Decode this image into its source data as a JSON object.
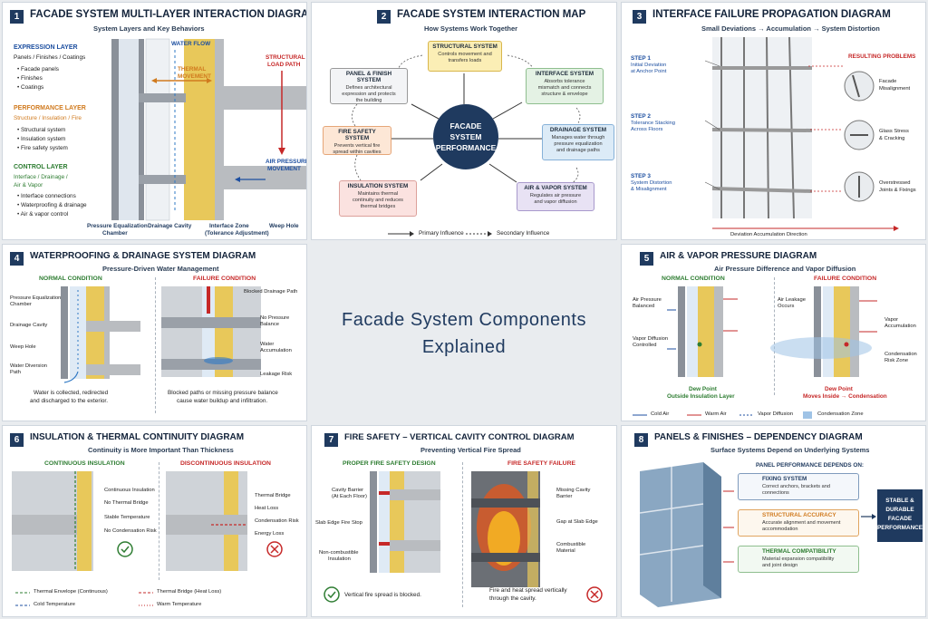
{
  "center_title": {
    "line1": "Facade System Components",
    "line2": "Explained"
  },
  "p1": {
    "num": "1",
    "title": "FACADE SYSTEM MULTI-LAYER INTERACTION DIAGRAM",
    "subtitle": "System Layers and Key Behaviors",
    "expression": {
      "title": "EXPRESSION LAYER",
      "sub": "Panels / Finishes / Coatings",
      "items": [
        "• Facade panels",
        "• Finishes",
        "• Coatings"
      ]
    },
    "performance": {
      "title": "PERFORMANCE LAYER",
      "sub": "Structure / Insulation / Fire",
      "items": [
        "• Structural system",
        "• Insulation system",
        "• Fire safety system"
      ]
    },
    "control": {
      "title": "CONTROL LAYER",
      "sub1": "Interface / Drainage /",
      "sub2": "Air & Vapor",
      "items": [
        "• Interface connections",
        "• Waterproofing & drainage",
        "• Air & vapor control"
      ]
    },
    "water_flow": "WATER FLOW",
    "thermal1": "THERMAL",
    "thermal2": "MOVEMENT",
    "structural1": "STRUCTURAL",
    "structural2": "LOAD PATH",
    "air1": "AIR PRESSURE",
    "air2": "MOVEMENT",
    "bottom": {
      "peq1": "Pressure Equalization",
      "peq2": "Chamber",
      "drain": "Drainage Cavity",
      "iz1": "Interface Zone",
      "iz2": "(Tolerance Adjustment)",
      "weep": "Weep Hole"
    }
  },
  "p2": {
    "num": "2",
    "title": "FACADE SYSTEM INTERACTION MAP",
    "subtitle": "How Systems Work Together",
    "center1": "FACADE",
    "center2": "SYSTEM",
    "center3": "PERFORMANCE",
    "structural": {
      "h": "STRUCTURAL SYSTEM",
      "d1": "Controls movement and",
      "d2": "transfers loads"
    },
    "panel": {
      "h": "PANEL & FINISH SYSTEM",
      "d1": "Defines architectural",
      "d2": "expression and protects",
      "d3": "the building"
    },
    "interface": {
      "h": "INTERFACE SYSTEM",
      "d1": "Absorbs tolerance",
      "d2": "mismatch and connects",
      "d3": "structure & envelope"
    },
    "fire": {
      "h": "FIRE SAFETY SYSTEM",
      "d1": "Prevents vertical fire",
      "d2": "spread within cavities"
    },
    "drainage": {
      "h": "DRAINAGE SYSTEM",
      "d1": "Manages water through",
      "d2": "pressure equalization",
      "d3": "and drainage paths"
    },
    "insulation": {
      "h": "INSULATION SYSTEM",
      "d1": "Maintains thermal",
      "d2": "continuity and reduces",
      "d3": "thermal bridges"
    },
    "airvapor": {
      "h": "AIR & VAPOR SYSTEM",
      "d1": "Regulates air pressure",
      "d2": "and vapor diffusion"
    },
    "legend_primary": "Primary Influence",
    "legend_secondary": "Secondary Influence"
  },
  "p3": {
    "num": "3",
    "title": "INTERFACE FAILURE PROPAGATION DIAGRAM",
    "subtitle": "Small Deviations → Accumulation → System Distortion",
    "step1": {
      "h": "STEP 1",
      "d1": "Initial Deviation",
      "d2": "at Anchor Point"
    },
    "step2": {
      "h": "STEP 2",
      "d1": "Tolerance Stacking",
      "d2": "Across Floors"
    },
    "step3": {
      "h": "STEP 3",
      "d1": "System Distortion",
      "d2": "& Misalignment"
    },
    "results": "RESULTING PROBLEMS",
    "r1a": "Facade",
    "r1b": "Misalignment",
    "r2a": "Glass Stress",
    "r2b": "& Cracking",
    "r3a": "Overstressed",
    "r3b": "Joints & Fixings",
    "axis": "Deviation Accumulation Direction"
  },
  "p4": {
    "num": "4",
    "title": "WATERPROOFING & DRAINAGE SYSTEM DIAGRAM",
    "subtitle": "Pressure-Driven Water Management",
    "normal": "NORMAL CONDITION",
    "failure": "FAILURE CONDITION",
    "l1a": "Pressure Equalization",
    "l1b": "Chamber",
    "l2": "Drainage Cavity",
    "l3": "Weep Hole",
    "l4a": "Water Diversion",
    "l4b": "Path",
    "r1": "Blocked Drainage Path",
    "r2a": "No Pressure",
    "r2b": "Balance",
    "r3a": "Water",
    "r3b": "Accumulation",
    "r4": "Leakage Risk",
    "cap_l1": "Water is collected, redirected",
    "cap_l2": "and discharged to the exterior.",
    "cap_r1": "Blocked paths or missing pressure balance",
    "cap_r2": "cause water buildup and infiltration."
  },
  "p5": {
    "num": "5",
    "title": "AIR & VAPOR PRESSURE DIAGRAM",
    "subtitle": "Air Pressure Difference and Vapor Diffusion",
    "normal": "NORMAL CONDITION",
    "failure": "FAILURE CONDITION",
    "l1a": "Air Pressure",
    "l1b": "Balanced",
    "l2a": "Vapor Diffusion",
    "l2b": "Controlled",
    "dp_l1": "Dew Point",
    "dp_l2": "Outside Insulation Layer",
    "r1a": "Air Leakage",
    "r1b": "Occurs",
    "r2a": "Vapor",
    "r2b": "Accumulation",
    "r3a": "Condensation",
    "r3b": "Risk Zone",
    "dp_r1": "Dew Point",
    "dp_r2": "Moves Inside → Condensation",
    "leg_cold": "Cold Air",
    "leg_warm": "Warm Air",
    "leg_vapor": "Vapor Diffusion",
    "leg_cond": "Condensation Zone"
  },
  "p6": {
    "num": "6",
    "title": "INSULATION & THERMAL CONTINUITY DIAGRAM",
    "subtitle": "Continuity is More Important Than Thickness",
    "cont": "CONTINUOUS INSULATION",
    "disc": "DISCONTINUOUS INSULATION",
    "l1": "Continuous Insulation",
    "l2": "No Thermal Bridge",
    "l3": "Stable Temperature",
    "l4": "No Condensation Risk",
    "r1": "Thermal Bridge",
    "r2": "Heat Loss",
    "r3": "Condensation Risk",
    "r4": "Energy Loss",
    "leg1": "Thermal Envelope (Continuous)",
    "leg2": "Thermal Bridge (Heat Loss)",
    "leg3": "Cold Temperature",
    "leg4": "Warm Temperature"
  },
  "p7": {
    "num": "7",
    "title": "FIRE SAFETY – VERTICAL CAVITY CONTROL DIAGRAM",
    "subtitle": "Preventing Vertical Fire Spread",
    "proper": "PROPER FIRE SAFETY DESIGN",
    "failure": "FIRE SAFETY FAILURE",
    "l1a": "Cavity Barrier",
    "l1b": "(At Each Floor)",
    "l2": "Slab Edge Fire Stop",
    "l3a": "Non-combustible",
    "l3b": "Insulation",
    "r1a": "Missing Cavity",
    "r1b": "Barrier",
    "r2": "Gap at Slab Edge",
    "r3a": "Combustible",
    "r3b": "Material",
    "ok": "Vertical fire spread is blocked.",
    "bad1": "Fire and heat spread vertically",
    "bad2": "through the cavity."
  },
  "p8": {
    "num": "8",
    "title": "PANELS & FINISHES – DEPENDENCY DIAGRAM",
    "subtitle": "Surface Systems Depend on Underlying Systems",
    "depends": "PANEL PERFORMANCE DEPENDS ON:",
    "fix": {
      "h": "FIXING SYSTEM",
      "d1": "Correct anchors, brackets and",
      "d2": "connections"
    },
    "acc": {
      "h": "STRUCTURAL ACCURACY",
      "d1": "Accurate alignment and movement",
      "d2": "accommodation"
    },
    "therm": {
      "h": "THERMAL COMPATIBILITY",
      "d1": "Material expansion compatibility",
      "d2": "and joint design"
    },
    "result1": "STABLE &",
    "result2": "DURABLE",
    "result3": "FACADE",
    "result4": "PERFORMANCE"
  },
  "colors": {
    "navy": "#1f3a5f",
    "insulation": "#e8c85a",
    "concrete": "#b9bcc0",
    "water": "#2f78c4",
    "fire": "#e0571f"
  }
}
